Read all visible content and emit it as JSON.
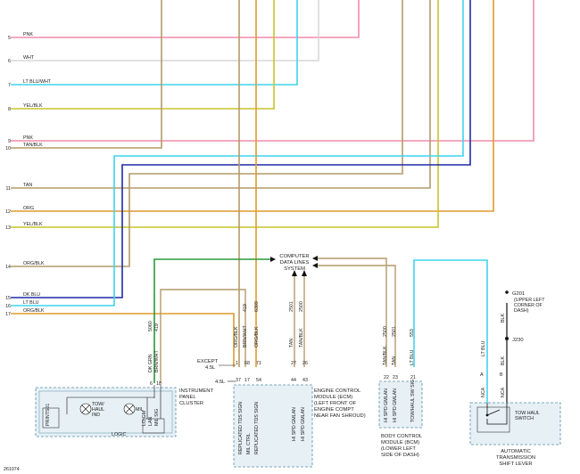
{
  "colors": {
    "pink": "#f08ca8",
    "white_wire": "#d8d8d8",
    "light_blue": "#3fd4ee",
    "yellow": "#c9c42a",
    "tan": "#b49a6a",
    "orange": "#e09a2c",
    "dark_blue": "#1e2aa8",
    "green": "#2a9a3a",
    "black": "#111111",
    "box_fill": "#e6f0f5",
    "box_border": "#5b8fa8"
  },
  "wires": [
    {
      "num": "5",
      "name": "PNK"
    },
    {
      "num": "6",
      "name": "WHT"
    },
    {
      "num": "7",
      "name": "LT BLU/WHT"
    },
    {
      "num": "8",
      "name": "YEL/BLK"
    },
    {
      "num": "9",
      "name": "PNK"
    },
    {
      "num": "10",
      "name": "TAN/BLK"
    },
    {
      "num": "11",
      "name": "TAN"
    },
    {
      "num": "12",
      "name": "ORG"
    },
    {
      "num": "13",
      "name": "YEL/BLK"
    },
    {
      "num": "14",
      "name": "ORG/BLK"
    },
    {
      "num": "15",
      "name": "DK BLU"
    },
    {
      "num": "16",
      "name": "LT BLU"
    },
    {
      "num": "17",
      "name": "ORG/BLK"
    }
  ],
  "data_lines": {
    "line1": "COMPUTER",
    "line2": "DATA LINES",
    "line3": "SYSTEM"
  },
  "ipc": {
    "circuits": [
      "5060",
      "419"
    ],
    "colors": [
      "DK GRN",
      "BRN/WHT"
    ],
    "pins": [
      "6",
      "18"
    ],
    "label": [
      "INSTRUMENT",
      "PANEL",
      "CLUSTER"
    ],
    "ind1": [
      "TOW/",
      "HAUL",
      "IND"
    ],
    "ind2": "MIL",
    "sig": [
      "LO GM",
      "LAN",
      "MIL SIG"
    ],
    "print": "PRINTS01",
    "logic": "LOGIC"
  },
  "ecm": {
    "circuits": [
      "419",
      "6399",
      "2501",
      "2500"
    ],
    "colors": [
      "ORG/BLK",
      "BRN/WHT",
      "ORG/BLK",
      "TAN",
      "TAN/BLK"
    ],
    "except": "EXCEPT",
    "except_sub": "4.5L",
    "pins_top": [
      "1",
      "68",
      "71",
      "27",
      "26"
    ],
    "pins_bot": [
      "37",
      "17",
      "54",
      "44",
      "43"
    ],
    "engine_45": "4.5L",
    "signals": [
      "REPLICATED TDS SIGN",
      "MIL CTRL",
      "REPLICATED TDS SIGN",
      "HI SPD GMLAN",
      "HI SPD GMLAN"
    ],
    "label": [
      "ENGINE CONTROL",
      "MODULE (ECM)",
      "(LEFT FRONT OF",
      "ENGINE COMPT",
      "NEAR FAN SHROUD)"
    ]
  },
  "bcm": {
    "circuits": [
      "2500",
      "2501",
      "553"
    ],
    "colors": [
      "TAN/BLK",
      "TAN",
      "LT BLU"
    ],
    "pins": [
      "22",
      "23",
      "21"
    ],
    "signals": [
      "HI SPD GMLAN",
      "HI SPD GMLAN",
      "TOW/HAUL SW SIG"
    ],
    "label": [
      "BODY CONTROL",
      "MODULE (BCM)",
      "(LOWER LEFT",
      "SIDE OF DASH)"
    ]
  },
  "switch": {
    "ground": "G201",
    "ground_desc": [
      "(UPPER LEFT",
      "CORNER OF",
      "DASH)"
    ],
    "splice": "J230",
    "wire_colors": [
      "LT BLU",
      "BLK",
      "BLK"
    ],
    "pins": [
      "A",
      "B"
    ],
    "nc": [
      "NCA",
      "NCA"
    ],
    "sw_label": [
      "TOW HAUL",
      "SWITCH"
    ],
    "label": [
      "AUTOMATIC",
      "TRANSMISSION",
      "SHIFT LEVER"
    ]
  },
  "figure_id": "261074"
}
